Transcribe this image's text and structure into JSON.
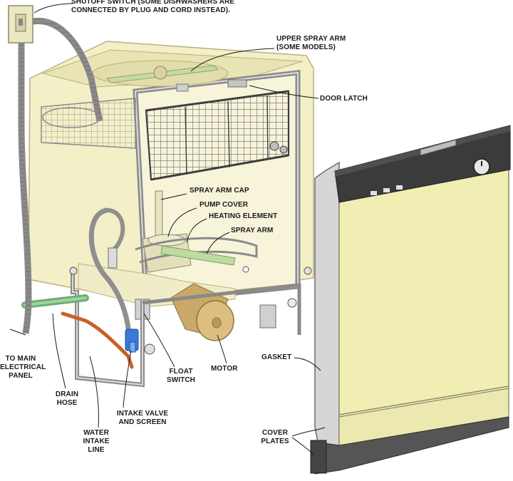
{
  "colors": {
    "tub_fill": "#f3efc7",
    "tub_stroke": "#b9b07c",
    "frame_metal": "#9a9a9a",
    "door_panel": "#f1eeb3",
    "door_top": "#3b3b3b",
    "motor": "#d8ba7a",
    "hose_grey": "#8f8f8f",
    "hose_copper": "#c8602a",
    "inlet_green": "#8dc88e",
    "valve_blue": "#3c78d8",
    "spray_green": "#bfdca0",
    "label_text": "#1a1a1a"
  },
  "labels": {
    "shutoff_switch": "SHUTOFF SWITCH (SOME DISHWASHERS ARE\nCONNECTED BY PLUG AND CORD INSTEAD).",
    "upper_spray_arm": "UPPER SPRAY ARM\n(SOME MODELS)",
    "door_latch": "DOOR LATCH",
    "spray_arm_cap": "SPRAY ARM CAP",
    "pump_cover": "PUMP COVER",
    "heating_element": "HEATING ELEMENT",
    "spray_arm": "SPRAY ARM",
    "to_main_panel": "TO MAIN\nELECTRICAL\nPANEL",
    "drain_hose": "DRAIN\nHOSE",
    "float_switch": "FLOAT\nSWITCH",
    "motor": "MOTOR",
    "gasket": "GASKET",
    "intake_valve": "INTAKE VALVE\nAND SCREEN",
    "water_intake_line": "WATER\nINTAKE\nLINE",
    "cover_plates": "COVER\nPLATES"
  }
}
